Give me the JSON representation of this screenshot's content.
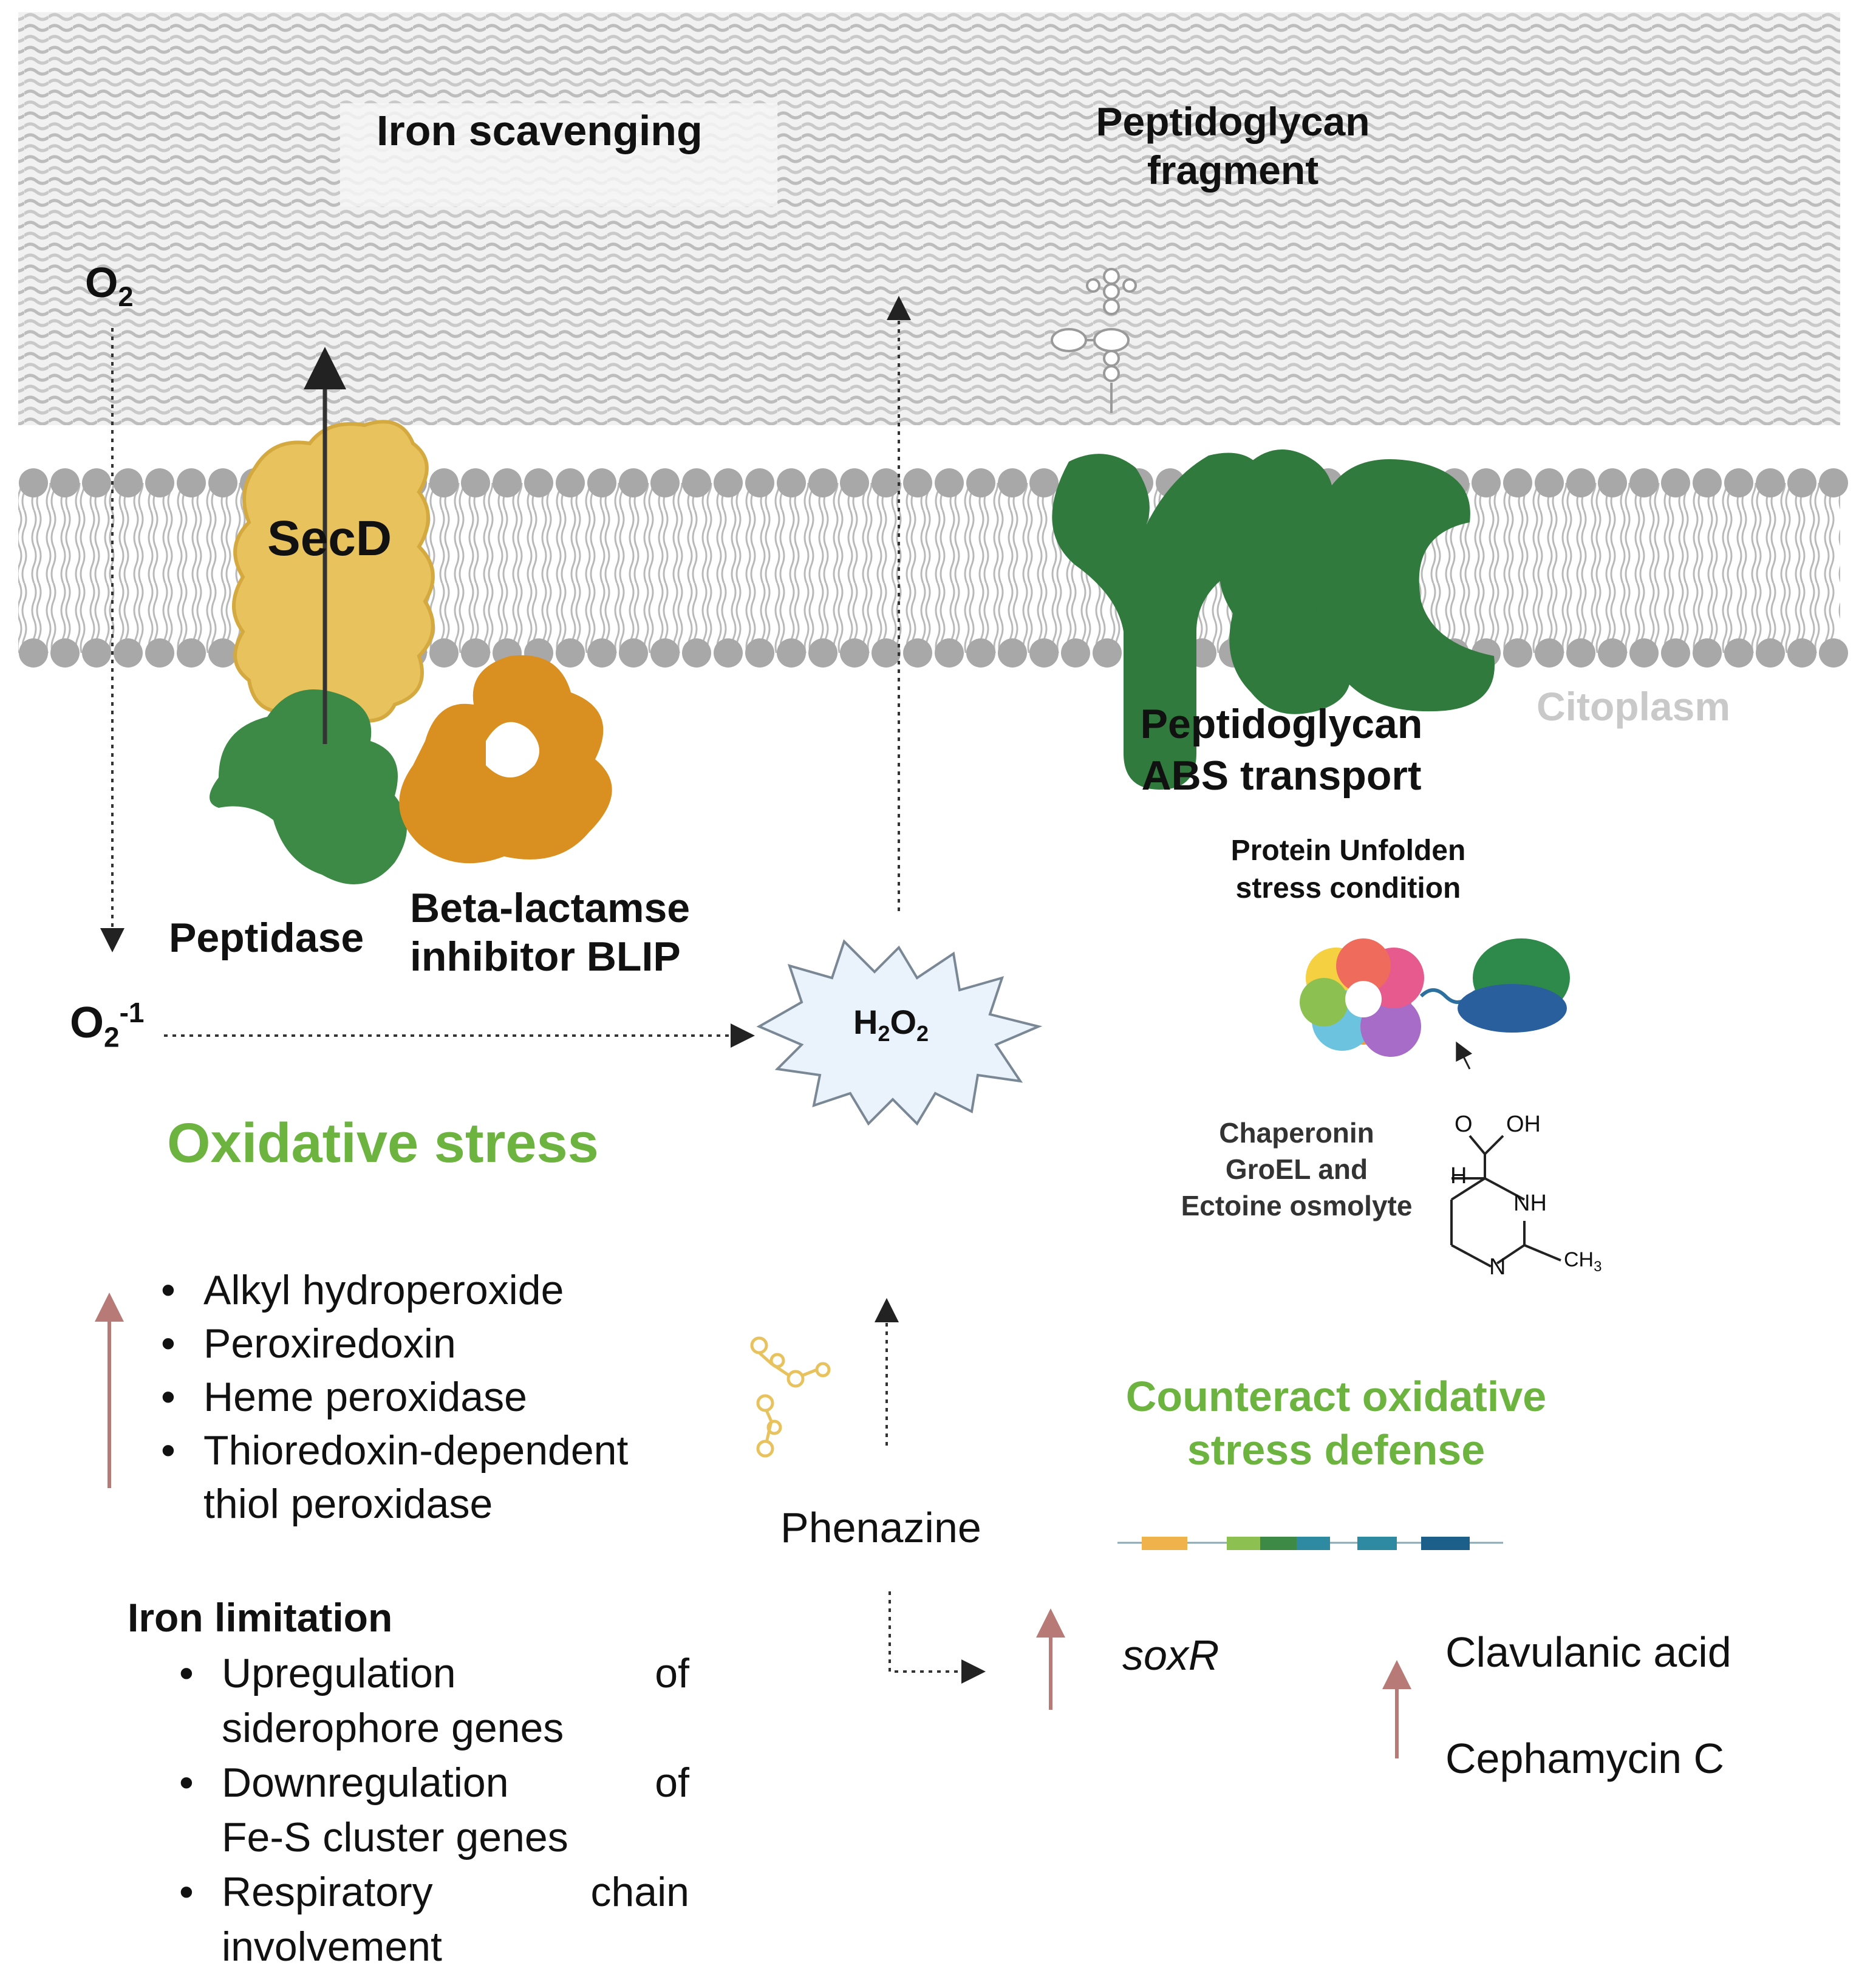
{
  "labels": {
    "iron_scavenging": "Iron scavenging",
    "peptidoglycan_fragment": "Peptidoglycan fragment",
    "o2": "O",
    "o2_sub": "2",
    "secd": "SecD",
    "citoplasm": "Citoplasm",
    "peptidoglycan_transport_line1": "Peptidoglycan",
    "peptidoglycan_transport_line2": "ABS transport",
    "protein_unfolden_line1": "Protein Unfolden",
    "protein_unfolden_line2": "stress condition",
    "peptidase": "Peptidase",
    "blip_line1": "Beta-lactamse",
    "blip_line2": "inhibitor BLIP",
    "superoxide": "O",
    "superoxide_sub": "2",
    "superoxide_sup": "-1",
    "h2o2": "H",
    "h2o2_sub1": "2",
    "h2o2_mid": "O",
    "h2o2_sub2": "2",
    "chaperonin_line1": "Chaperonin",
    "chaperonin_line2": "GroEL and",
    "chaperonin_line3": "Ectoine osmolyte",
    "oxidative_stress": "Oxidative stress",
    "counteract_line1": "Counteract oxidative",
    "counteract_line2": "stress defense",
    "phenazine": "Phenazine",
    "soxr": "soxR",
    "clavulanic": "Clavulanic acid",
    "cephamycin": "Cephamycin C",
    "iron_limitation": "Iron limitation",
    "ectoine_o": "O",
    "ectoine_oh": "OH",
    "ectoine_h": "H",
    "ectoine_nh": "NH",
    "ectoine_n": "N",
    "ectoine_ch3": "CH",
    "ectoine_ch3_sub": "3"
  },
  "oxidative_list": [
    "Alkyl hydroperoxide",
    "Peroxiredoxin",
    "Heme peroxidase",
    "Thioredoxin-dependent thiol peroxidase"
  ],
  "iron_list": [
    {
      "line1_left": "Upregulation",
      "line1_right": "of",
      "line2": "siderophore genes"
    },
    {
      "line1_left": "Downregulation",
      "line1_right": "of",
      "line2": "Fe-S cluster genes"
    },
    {
      "line1_left": "Respiratory",
      "line1_right": "chain",
      "line2": "involvement"
    }
  ],
  "colors": {
    "title_green": "#6cb33f",
    "secd_yellow": "#e8c25d",
    "transporter_green": "#2f7a3c",
    "peptidase_green": "#3d8a47",
    "blip_orange": "#d99020",
    "up_arrow": "#b77a77",
    "membrane_grey": "#a8a8a8",
    "h2o2_fill": "#eaf2fb"
  }
}
